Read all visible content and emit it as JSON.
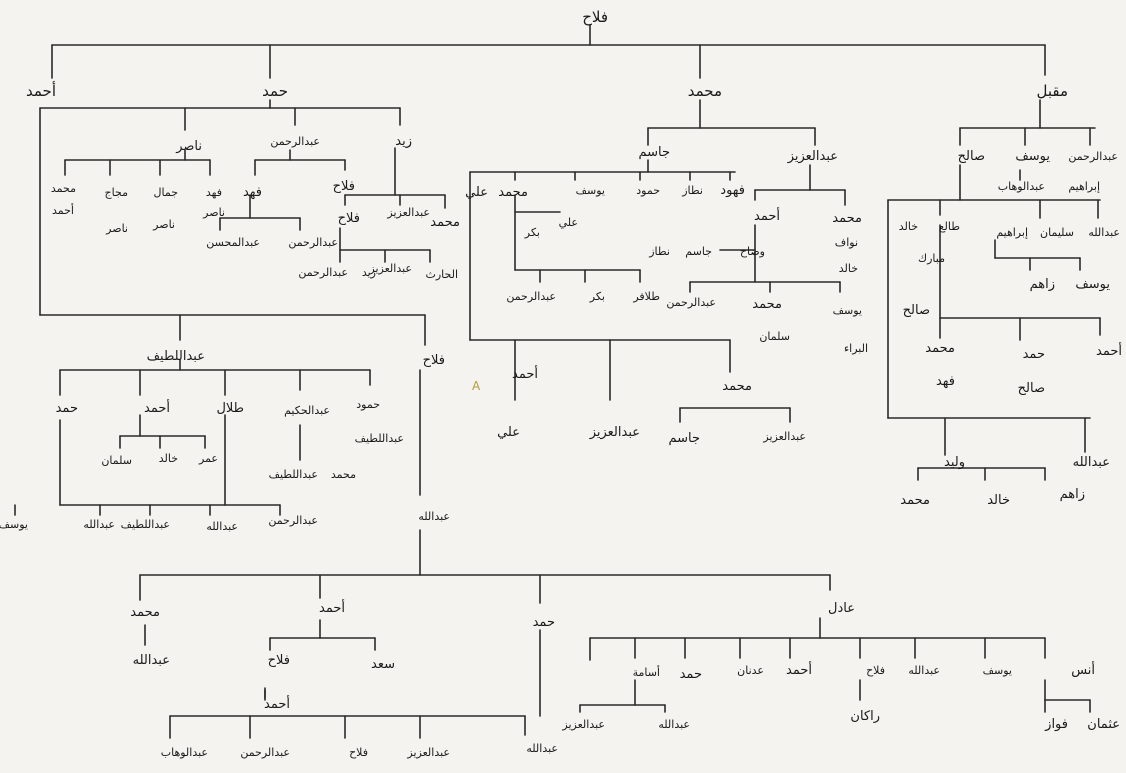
{
  "root": "فلاح",
  "gen1": [
    "مقبل",
    "محمد",
    "حمد",
    "أحمد"
  ],
  "muqbil": {
    "top": [
      "عبدالرحمن",
      "يوسف",
      "صالح"
    ],
    "top_sub": [
      "إبراهيم",
      "عبدالوهاب"
    ],
    "row2": [
      "عبدالله",
      "سليمان",
      "إبراهيم",
      "طالع",
      "خالد",
      "مبارك"
    ],
    "row2_sub": [
      "يوسف",
      "زاهم"
    ],
    "saleh": "صالح",
    "row3": [
      "أحمد",
      "حمد",
      "محمد"
    ],
    "row3_sub": [
      "صالح",
      "فهد"
    ],
    "row4": [
      "عبدالله",
      "وليد"
    ],
    "row4_sub": [
      "زاهم",
      "خالد",
      "محمد"
    ]
  },
  "mohammed": {
    "sons": [
      "عبدالعزيز",
      "جاسم"
    ],
    "aziz_kids": [
      "محمد",
      "أحمد"
    ],
    "aziz_m_kids": [
      "نواف",
      "خالد",
      "يوسف",
      "البراء"
    ],
    "aziz_a_kids": [
      "وضاح",
      "جاسم",
      "نطاز"
    ],
    "aziz_a_row2": [
      "محمد",
      "عبدالرحمن"
    ],
    "aziz_a_m_kid": "سلمان",
    "jasim_kids": [
      "فهود",
      "نطاز",
      "حمود",
      "يوسف",
      "محمد",
      "علي"
    ],
    "jasim_sub": [
      "علي",
      "بكر"
    ],
    "jasim_sub2": [
      "طلافر",
      "بكر",
      "عبدالرحمن"
    ],
    "jasim_lower": [
      "أحمد",
      "محمد"
    ],
    "jasim_lower_sub": [
      "عبدالعزيز",
      "علي"
    ],
    "jasim_lower_m": [
      "جاسم",
      "عبدالعزيز"
    ]
  },
  "hamad": {
    "sons": [
      "زيد",
      "عبدالرحمن",
      "ناصر"
    ],
    "zaid_kids": [
      "محمد",
      "عبدالعزيز",
      "فلاح"
    ],
    "zaid_sub": [
      "الحارث",
      "عبدالعزيز",
      "زيد",
      "عبدالرحمن"
    ],
    "abdulrahman_kids": [
      "فلاح",
      "فهد"
    ],
    "abdulrahman_sub": [
      "عبدالرحمن",
      "عبدالمحسن"
    ],
    "nasser_kids": [
      "فهد",
      "جمال",
      "مجاج",
      "محمد"
    ],
    "nasser_sub": [
      "ناصر",
      "ناصر",
      "ناصر",
      "أحمد"
    ],
    "lower": [
      "فلاح",
      "عبداللطيف"
    ],
    "latif_kids": [
      "حمود",
      "عبدالحكيم",
      "طلال",
      "أحمد",
      "حمد"
    ],
    "latif_sub": [
      "عبداللطيف",
      "محمد",
      "عبداللطيف"
    ],
    "ahmad_kids": [
      "عمر",
      "خالد",
      "سلمان"
    ],
    "hamad_kids": [
      "يوسف",
      "عبدالله",
      "عبداللطيف",
      "عبدالرحمن",
      "عبدالله"
    ],
    "falah_son": "عبدالله"
  },
  "abdullah": {
    "sons": [
      "عادل",
      "حمد",
      "أحمد",
      "محمد"
    ],
    "mohammed_kid": "عبدالله",
    "ahmad_kids": [
      "سعد",
      "فلاح"
    ],
    "falah_kid": "أحمد",
    "ahmad_gkids": [
      "عبدالله",
      "عبدالعزيز",
      "فلاح",
      "عبدالرحمن",
      "عبدالوهاب"
    ],
    "adel_kids": [
      "أنس",
      "يوسف",
      "عبدالله",
      "فلاح",
      "أحمد",
      "عدنان",
      "حمد",
      "أسامة"
    ],
    "osama_kids": [
      "عبدالله",
      "عبدالعزيز"
    ],
    "falah_kids": [
      "راكان"
    ],
    "anas_kids": [
      "فواز",
      "عثمان"
    ]
  },
  "watermark": "A"
}
